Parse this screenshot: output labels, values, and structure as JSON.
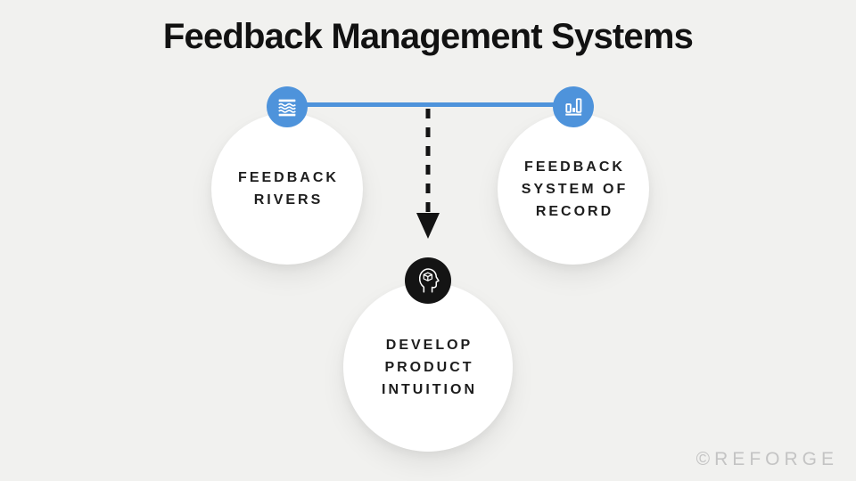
{
  "title": "Feedback Management Systems",
  "watermark": "©REFORGE",
  "colors": {
    "background": "#f1f1ef",
    "accent_blue": "#4e93db",
    "icon_black": "#141414",
    "circle_white": "#ffffff",
    "text_dark": "#1d1d1d",
    "watermark_gray": "#c4c4c4"
  },
  "nodes": [
    {
      "name": "feedback-rivers",
      "icon": "waves-icon",
      "lines": [
        "FEEDBACK",
        "RIVERS"
      ]
    },
    {
      "name": "feedback-system-of-record",
      "icon": "bar-chart-icon",
      "lines": [
        "FEEDBACK",
        "SYSTEM OF",
        "RECORD"
      ]
    },
    {
      "name": "develop-product-intuition",
      "icon": "head-cube-icon",
      "lines": [
        "DEVELOP",
        "PRODUCT",
        "INTUITION"
      ]
    }
  ],
  "connections": [
    {
      "from": "feedback-rivers",
      "to": "feedback-system-of-record",
      "style": "solid-blue-line"
    },
    {
      "from": "connector-midpoint",
      "to": "develop-product-intuition",
      "style": "dashed-black-arrow"
    }
  ]
}
